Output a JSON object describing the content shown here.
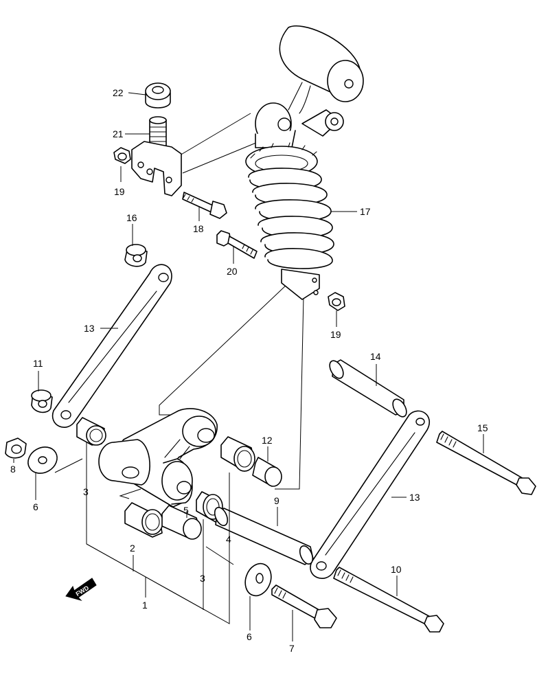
{
  "diagram": {
    "fwd_label": "FWD",
    "parts": {
      "p1": "1",
      "p2": "2",
      "p3a": "3",
      "p3b": "3",
      "p4": "4",
      "p5": "5",
      "p6a": "6",
      "p6b": "6",
      "p7": "7",
      "p8": "8",
      "p9": "9",
      "p10": "10",
      "p11": "11",
      "p12": "12",
      "p13a": "13",
      "p13b": "13",
      "p14": "14",
      "p15": "15",
      "p16": "16",
      "p17": "17",
      "p18": "18",
      "p19a": "19",
      "p19b": "19",
      "p20": "20",
      "p21": "21",
      "p22": "22"
    }
  }
}
